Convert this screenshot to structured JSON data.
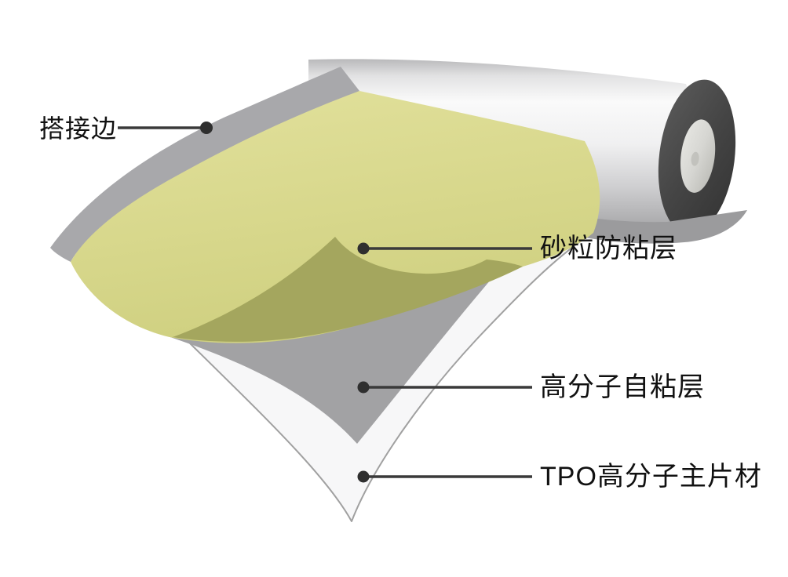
{
  "diagram": {
    "background": "#ffffff",
    "labels": [
      {
        "id": "overlap-edge",
        "text": "搭接边"
      },
      {
        "id": "sand-antistick-layer",
        "text": "砂粒防粘层"
      },
      {
        "id": "polymer-self-adhesive-layer",
        "text": "高分子自粘层"
      },
      {
        "id": "tpo-main-sheet",
        "text": "TPO高分子主片材"
      }
    ],
    "colors": {
      "sheet_top_yellow": "#d8d88d",
      "sheet_fold_olive": "#a4a65e",
      "overlap_edge_gray": "#a8a8ab",
      "adhesive_layer_gray": "#a2a2a4",
      "under_roll_gray": "#9b9b9d",
      "tpo_sheet_white": "#f7f7f8",
      "roll_end_dark": "#454545",
      "roll_core_light": "#d9d9d5",
      "leader_line": "#3a3a3a",
      "leader_dot": "#2f2f2f",
      "label_text": "#111111"
    }
  }
}
